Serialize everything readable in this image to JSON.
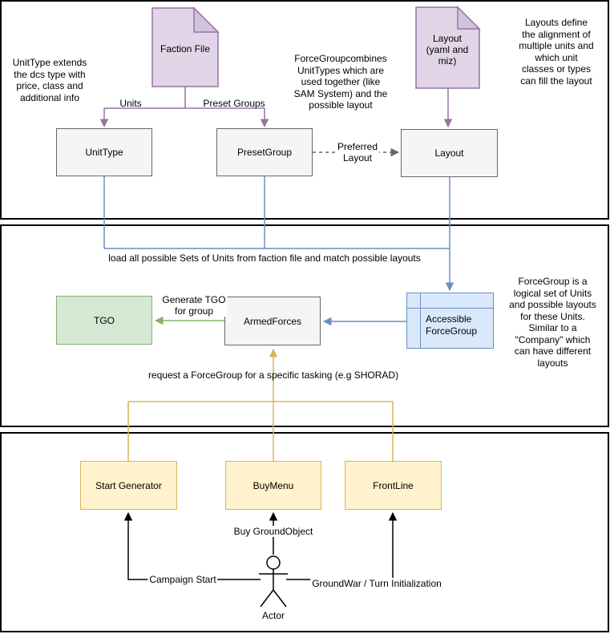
{
  "palette": {
    "purple_fill": "#E1D5E7",
    "purple_stroke": "#9673A6",
    "purple_fold": "#D3C2DE",
    "gray_fill": "#F5F5F5",
    "gray_stroke": "#666666",
    "blue_fill": "#DAE8FC",
    "blue_stroke": "#6C8EBF",
    "green_fill": "#D5E8D4",
    "green_stroke": "#82B366",
    "yellow_fill": "#FFF2CC",
    "yellow_stroke": "#D6B656",
    "black": "#000000"
  },
  "documents": {
    "faction_file": {
      "label": "Faction File"
    },
    "layout_file": {
      "label": "Layout\n(yaml and\nmiz)"
    }
  },
  "nodes": {
    "unittype": {
      "label": "UnitType"
    },
    "presetgroup": {
      "label": "PresetGroup"
    },
    "layout": {
      "label": "Layout"
    },
    "tgo": {
      "label": "TGO"
    },
    "armedforces": {
      "label": "ArmedForces"
    },
    "accessible_forcegroup": {
      "label": "Accessible\nForceGroup"
    },
    "start_generator": {
      "label": "Start Generator"
    },
    "buymenu": {
      "label": "BuyMenu"
    },
    "frontline": {
      "label": "FrontLine"
    },
    "actor": {
      "label": "Actor"
    }
  },
  "edge_labels": {
    "units": "Units",
    "preset_groups": "Preset Groups",
    "preferred_layout": "Preferred\nLayout",
    "load_units": "load all possible Sets of Units from faction file and match possible layouts",
    "generate_tgo": "Generate TGO\nfor group",
    "request_forcegroup": "request a ForceGroup for a specific tasking (e.g SHORAD)",
    "buy_groundobject": "Buy GroundObject",
    "campaign_start": "Campaign Start",
    "groundwar": "GroundWar / Turn Initialization"
  },
  "notes": {
    "unittype_note": "UnitType extends\nthe dcs type with\nprice, class and\nadditional info",
    "forcegroup_combines_note": "ForceGroupcombines\nUnitTypes which are\nused together (like\nSAM System) and the\npossible layout",
    "layouts_note": "Layouts define\nthe alignment of\nmultiple units and\nwhich unit\nclasses or types\ncan fill the layout",
    "forcegroup_note": "ForceGroup is a\nlogical set of Units\nand possible layouts\nfor these Units.\nSimilar to a\n\"Company\" which\ncan have different\nlayouts"
  }
}
